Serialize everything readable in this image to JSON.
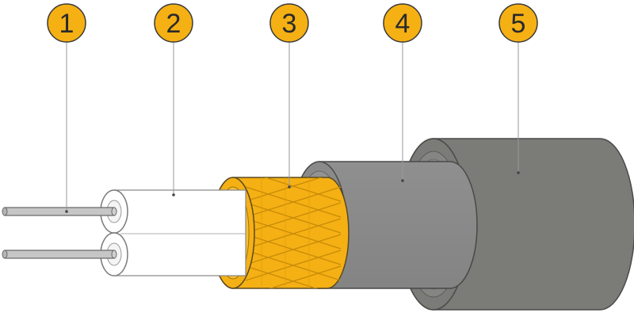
{
  "labels": [
    {
      "number": "1"
    },
    {
      "number": "2"
    },
    {
      "number": "3"
    },
    {
      "number": "4"
    },
    {
      "number": "5"
    }
  ],
  "colors": {
    "badge": "#f5b014",
    "badge_outline": "#3a3a3a",
    "leader_line": "#9a9a9a",
    "conductor": "#c6c6c6",
    "insulation": "#ffffff",
    "braid": "#f5b014",
    "inner_jacket": "#8f8f8f",
    "outer_jacket": "#7b7b78",
    "outline": "#4a4a4a"
  }
}
